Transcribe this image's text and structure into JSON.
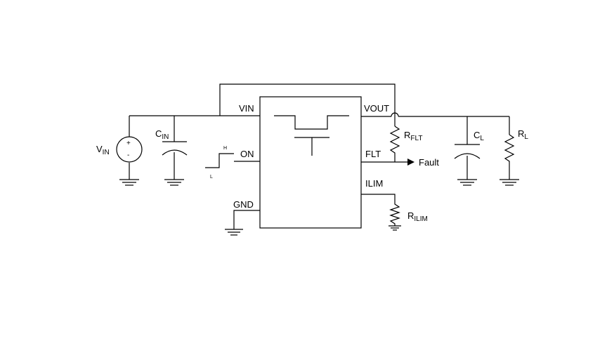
{
  "pins": {
    "vin": "VIN",
    "vout": "VOUT",
    "on": "ON",
    "flt": "FLT",
    "ilim": "ILIM",
    "gnd": "GND"
  },
  "components": {
    "vin_source": {
      "main": "V",
      "sub": "IN",
      "plus": "+",
      "minus": "-"
    },
    "c_in": {
      "main": "C",
      "sub": "IN"
    },
    "r_flt": {
      "main": "R",
      "sub": "FLT"
    },
    "c_l": {
      "main": "C",
      "sub": "L"
    },
    "r_l": {
      "main": "R",
      "sub": "L"
    },
    "r_ilim": {
      "main": "R",
      "sub": "ILIM"
    }
  },
  "signals": {
    "on_high": "H",
    "on_low": "L",
    "fault": "Fault"
  }
}
